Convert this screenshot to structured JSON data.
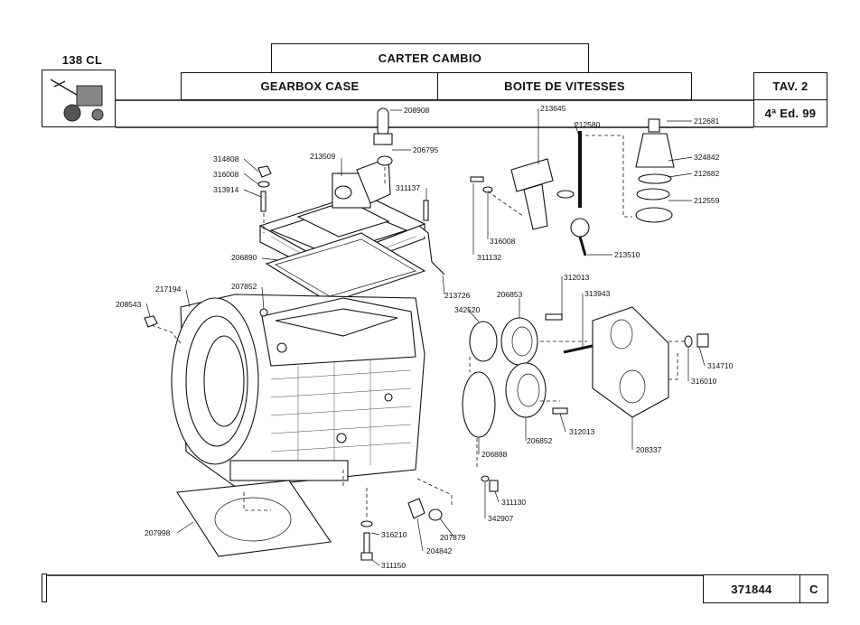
{
  "header": {
    "model": "138 CL",
    "title_it": "CARTER CAMBIO",
    "title_en": "GEARBOX CASE",
    "title_fr": "BOITE DE VITESSES",
    "table": "TAV. 2",
    "edition": "4ª Ed. 99"
  },
  "footer": {
    "code": "371844",
    "revision": "C"
  },
  "parts": {
    "p208908": "208908",
    "p206795": "206795",
    "p213509": "213509",
    "p314808": "314808",
    "p316008a": "316008",
    "p313914": "313914",
    "p311137": "311137",
    "p206890": "206890",
    "p207852": "207852",
    "p217194": "217194",
    "p208543": "208543",
    "p213726": "213726",
    "p213645": "213645",
    "p212580": "212580",
    "p212681": "212681",
    "p324842": "324842",
    "p212682": "212682",
    "p212559": "212559",
    "p316008b": "316008",
    "p311132": "311132",
    "p213510": "213510",
    "p312013a": "312013",
    "p313943": "313943",
    "p206853": "206853",
    "p342520": "342520",
    "p314710": "314710",
    "p316010": "316010",
    "p206888": "206888",
    "p206852": "206852",
    "p312013b": "312013",
    "p208337": "208337",
    "p311130": "311130",
    "p342907": "342907",
    "p207998": "207998",
    "p316210": "316210",
    "p207879": "207879",
    "p204842": "204842",
    "p311150": "311150"
  }
}
